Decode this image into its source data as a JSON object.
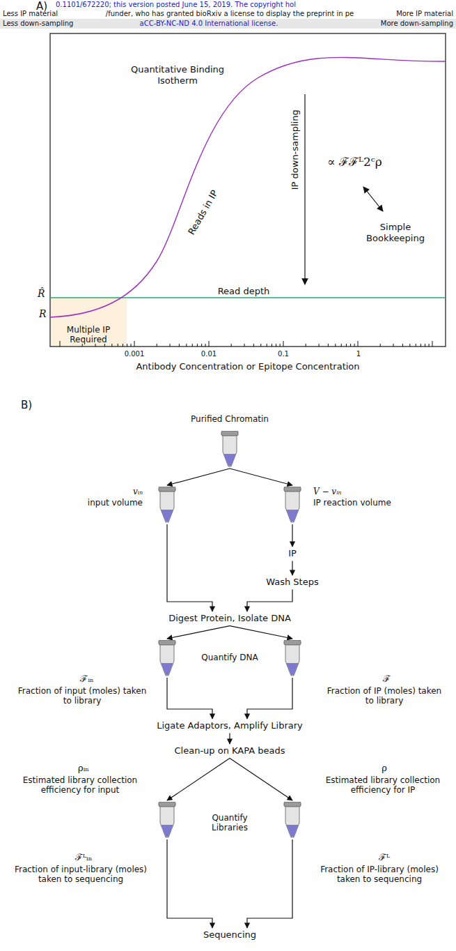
{
  "diagram": {
    "nodes": [
      {
        "text": [
          "Multiple IP Required"
        ]
      },
      {
        "text": [
          "Purified Chromatin"
        ]
      },
      {
        "text": [
          "vᵢₙ",
          "input volume"
        ]
      },
      {
        "text": [
          "V − vᵢₙ",
          "IP reaction volume"
        ]
      },
      {
        "text": [
          "IP"
        ]
      },
      {
        "text": [
          "Wash Steps"
        ]
      },
      {
        "text": [
          "Digest Protein, Isolate DNA"
        ]
      },
      {
        "text": [
          "ℱᵢₙ",
          "Fraction of input (moles) taken to library"
        ]
      },
      {
        "text": [
          "ℱ",
          "Fraction of IP (moles) taken to library"
        ]
      },
      {
        "text": [
          "Ligate Adaptors, Amplify Library"
        ]
      },
      {
        "text": [
          "Clean-up on KAPA beads"
        ]
      },
      {
        "text": [
          "ρᵢₙ",
          "Estimated library collection efficiency for input",
          "ℱᴸᵢₙ",
          "Fraction of input-library (moles) taken to sequencing"
        ]
      },
      {
        "text": [
          "ρ",
          "Estimated library collection efficiency for IP",
          "ℱᴸ",
          "Fraction of IP-library (moles) taken to sequencing"
        ]
      },
      {
        "text": [
          "Sequencing"
        ]
      }
    ],
    "edges": [
      {
        "from": 1,
        "to": 2,
        "arrow": "to"
      },
      {
        "from": 1,
        "to": 3,
        "arrow": "to"
      },
      {
        "from": 2,
        "to": 6,
        "arrow": "to"
      },
      {
        "from": 3,
        "to": 4,
        "arrow": "to"
      },
      {
        "from": 4,
        "to": 5,
        "arrow": "to"
      },
      {
        "from": 5,
        "to": 6,
        "arrow": "to"
      },
      {
        "from": 6,
        "to": 7,
        "arrow": "to"
      },
      {
        "from": 6,
        "to": 8,
        "arrow": "to"
      },
      {
        "from": 7,
        "to": 9,
        "arrow": "to"
      },
      {
        "from": 8,
        "to": 9,
        "arrow": "to"
      },
      {
        "from": 9,
        "to": 10,
        "arrow": "to"
      },
      {
        "from": 10,
        "to": 11,
        "arrow": "to"
      },
      {
        "from": 10,
        "to": 12,
        "arrow": "to"
      },
      {
        "from": 11,
        "to": 13,
        "arrow": "to"
      },
      {
        "from": 12,
        "to": 13,
        "arrow": "to"
      }
    ],
    "labels": [
      "A)",
      "0.1101/672220; this version posted June 15, 2019. The copyright hol",
      "Less IP material",
      "/funder, who has granted bioRxiv a license to display the preprint in pe",
      "More IP material",
      "Less down-sampling",
      "aCC-BY-NC-ND 4.0 International license.",
      "More down-sampling",
      "Quantitative Binding Isotherm",
      "Reads in IP",
      "IP down-sampling",
      "∝ ℱℱᴸ2ᶜρ",
      "Simple Bookkeeping",
      "R̂",
      "Read depth",
      "R",
      "0.001",
      "0.01",
      "0.1",
      "1",
      "Antibody Concentration or Epitope Concentration",
      "B)",
      "Quantify DNA",
      "Quantify Libraries"
    ]
  }
}
